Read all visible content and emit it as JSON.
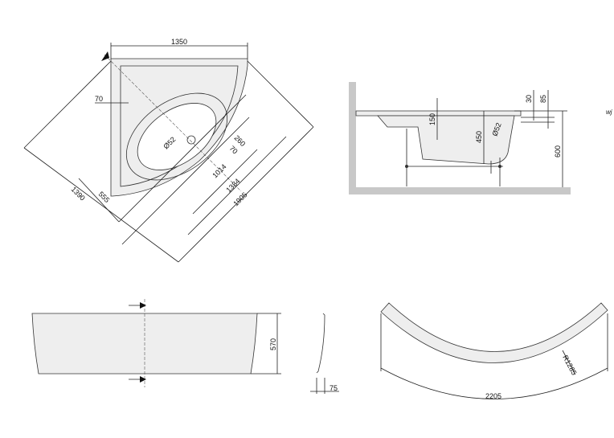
{
  "top_view": {
    "width_label": "1350",
    "wall_offset_label": "70",
    "drain_label": "Ø52",
    "dim_260": "260",
    "dim_70b": "70",
    "dim_1014": "1014",
    "dim_1384": "1384",
    "dim_1905": "1905",
    "dim_1390": "1390",
    "dim_555": "555"
  },
  "side_view": {
    "dim_30": "30",
    "dim_85": "85",
    "dim_150": "150",
    "dim_450": "450",
    "dim_52": "Ø52",
    "dim_600": "600",
    "cut_text": "wj"
  },
  "panel_front": {
    "height_label": "570"
  },
  "panel_side": {
    "depth_label": "75"
  },
  "panel_top": {
    "radius_label": "R1285",
    "width_label": "2205"
  }
}
